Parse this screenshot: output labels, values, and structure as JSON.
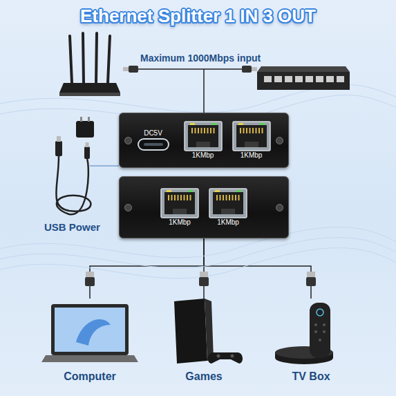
{
  "diagram": {
    "title": "Ethernet Splitter 1 IN 3 OUT",
    "nodes": [
      {
        "text": [
          "DC5V",
          "1KMbp",
          "1KMbp"
        ]
      },
      {
        "text": [
          "1KMbp",
          "1KMbp"
        ]
      },
      {
        "text": [
          "Computer"
        ]
      },
      {
        "text": [
          "Games"
        ]
      },
      {
        "text": [
          "TV Box"
        ]
      }
    ],
    "edges": [
      {
        "from": 1,
        "to": 2,
        "arrow": "none"
      },
      {
        "from": 1,
        "to": 3,
        "arrow": "none"
      },
      {
        "from": 1,
        "to": 4,
        "arrow": "none"
      }
    ],
    "labels": [
      "Maximum 1000Mbps input",
      "USB Power"
    ]
  }
}
